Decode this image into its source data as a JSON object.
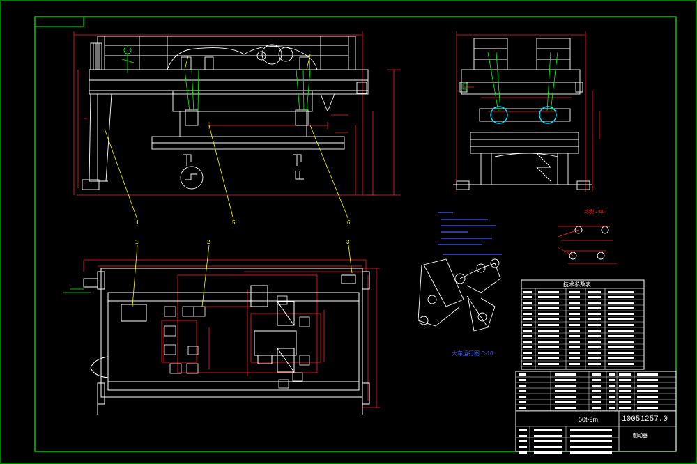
{
  "drawing": {
    "number": "10051257.0",
    "spec": "50t-9m",
    "view_caption": "大车运行图 C-10",
    "scale_caption": "比例 1:50",
    "title_caption": "制动器",
    "parts_table_title": "技术参数表",
    "callouts": {
      "elevation": [
        "1",
        "5",
        "6"
      ],
      "plan": [
        "1",
        "2",
        "3"
      ]
    }
  },
  "colors": {
    "background": "#000000",
    "outline": "#ffffff",
    "dimension": "#ff2020",
    "leader": "#ffff00",
    "hidden": "#00ff00",
    "note": "#4060ff",
    "center": "#00e0ff",
    "magenta": "#ff40ff"
  }
}
